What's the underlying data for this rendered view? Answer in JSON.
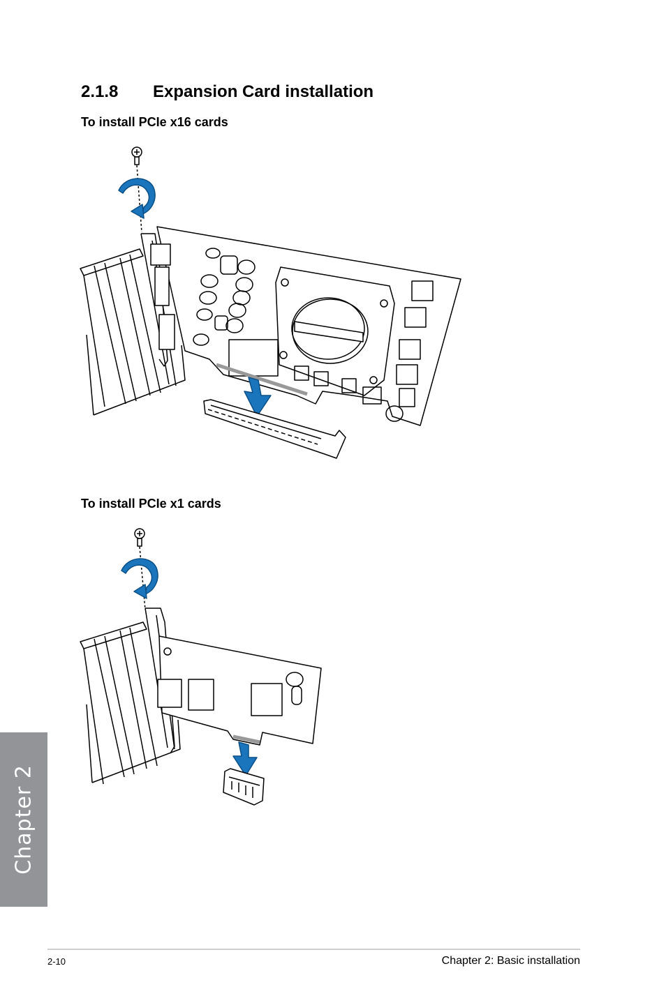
{
  "section": {
    "number": "2.1.8",
    "title": "Expansion Card installation"
  },
  "x16": {
    "heading": "To install PCIe x16 cards"
  },
  "x1": {
    "heading": "To install PCIe x1 cards"
  },
  "side_tab": {
    "label": "Chapter 2"
  },
  "footer": {
    "page": "2-10",
    "chapter": "Chapter 2: Basic installation"
  },
  "colors": {
    "arrow_blue": "#1a75bc",
    "tab_gray": "#929497"
  },
  "icons": [
    "screw-icon",
    "rotate-arrow-icon",
    "insert-arrow-icon"
  ]
}
